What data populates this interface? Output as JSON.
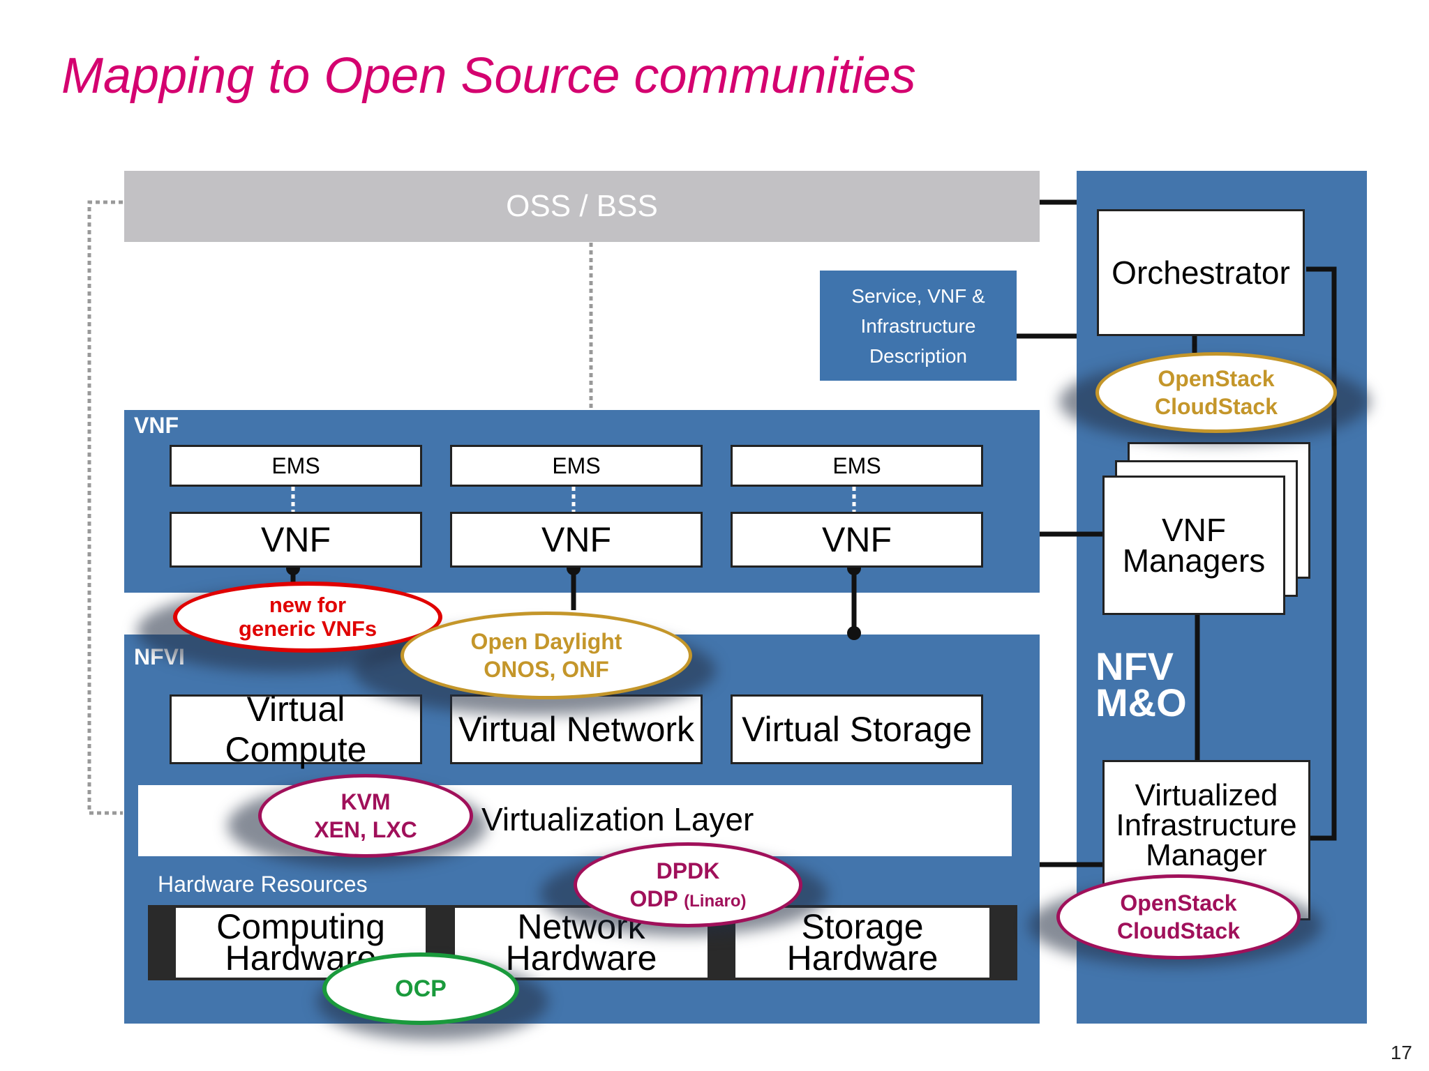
{
  "title": "Mapping to Open Source communities",
  "page_number": "17",
  "oss_bss": "OSS / BSS",
  "description_box": [
    "Service, VNF &",
    "Infrastructure",
    "Description"
  ],
  "vnf_section": {
    "label": "VNF",
    "ems": [
      "EMS",
      "EMS",
      "EMS"
    ],
    "vnfs": [
      "VNF",
      "VNF",
      "VNF"
    ]
  },
  "nfvi_section": {
    "label": "NFVI",
    "virtual": [
      "Virtual Compute",
      "Virtual Network",
      "Virtual Storage"
    ],
    "virtualization_layer": "Virtualization Layer",
    "hardware_label": "Hardware Resources",
    "hardware": [
      {
        "line1": "Computing",
        "line2": "Hardware"
      },
      {
        "line1": "Network",
        "line2": "Hardware"
      },
      {
        "line1": "Storage",
        "line2": "Hardware"
      }
    ]
  },
  "mano": {
    "label_line1": "NFV",
    "label_line2": "M&O",
    "orchestrator": "Orchestrator",
    "vnf_managers": [
      "VNF",
      "Managers"
    ],
    "vim": [
      "Virtualized",
      "Infrastructure",
      "Manager"
    ]
  },
  "ovals": {
    "orchestrator": [
      "OpenStack",
      "CloudStack"
    ],
    "generic_vnfs": [
      "new for",
      "generic VNFs"
    ],
    "network": [
      "Open Daylight",
      "ONOS, ONF"
    ],
    "hypervisor": [
      "KVM",
      "XEN, LXC"
    ],
    "dataplane": [
      "DPDK",
      "ODP",
      "(Linaro)"
    ],
    "hardware": "OCP",
    "vim": [
      "OpenStack",
      "CloudStack"
    ]
  },
  "colors": {
    "title": "#d4006f",
    "panel_blue": "#4375ac",
    "oss_gray": "#c2c1c4",
    "gold": "#c4962a",
    "crimson": "#a0105a",
    "red": "#e00000",
    "green": "#1a9a3c"
  }
}
